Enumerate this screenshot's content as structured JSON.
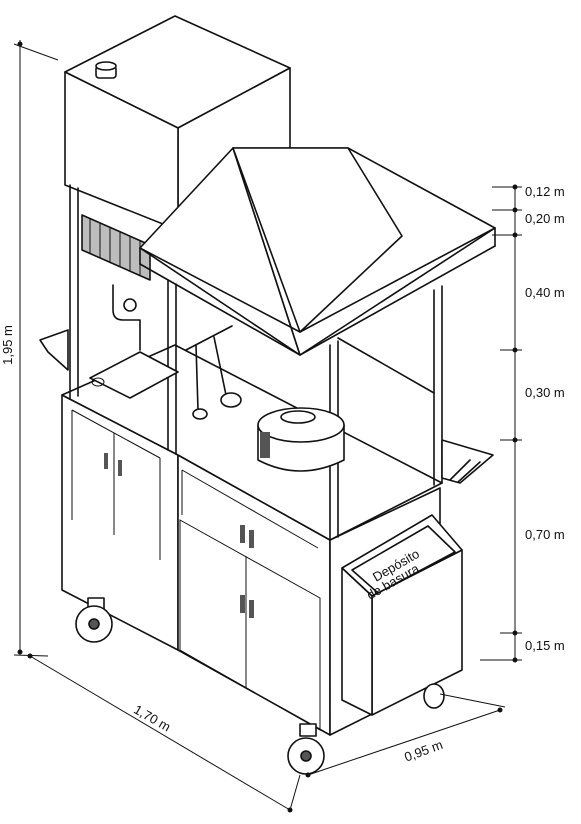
{
  "dimensions": {
    "total_height": "1,95 m",
    "length": "1,70 m",
    "depth": "0,95 m",
    "segments": [
      "0,12 m",
      "0,20 m",
      "0,40 m",
      "0,30 m",
      "0,70 m",
      "0,15 m"
    ]
  },
  "trash_sign": {
    "line1": "Depósito",
    "line2": "de basura"
  }
}
